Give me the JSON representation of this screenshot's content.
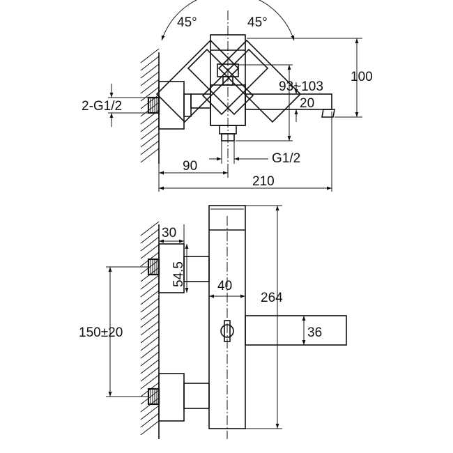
{
  "top_view": {
    "angle_left": "45°",
    "angle_right": "45°",
    "connection_label": "2-G1/2",
    "adjust_range": "93~103",
    "height": "100",
    "spout_thickness": "20",
    "outlet_thread": "G1/2",
    "depth_to_outlet": "90",
    "total_depth": "210"
  },
  "front_view": {
    "connector_depth": "30",
    "connector_height": "54.5",
    "centre_distance": "150±20",
    "body_width": "40",
    "body_height": "264",
    "spout_height": "36"
  }
}
